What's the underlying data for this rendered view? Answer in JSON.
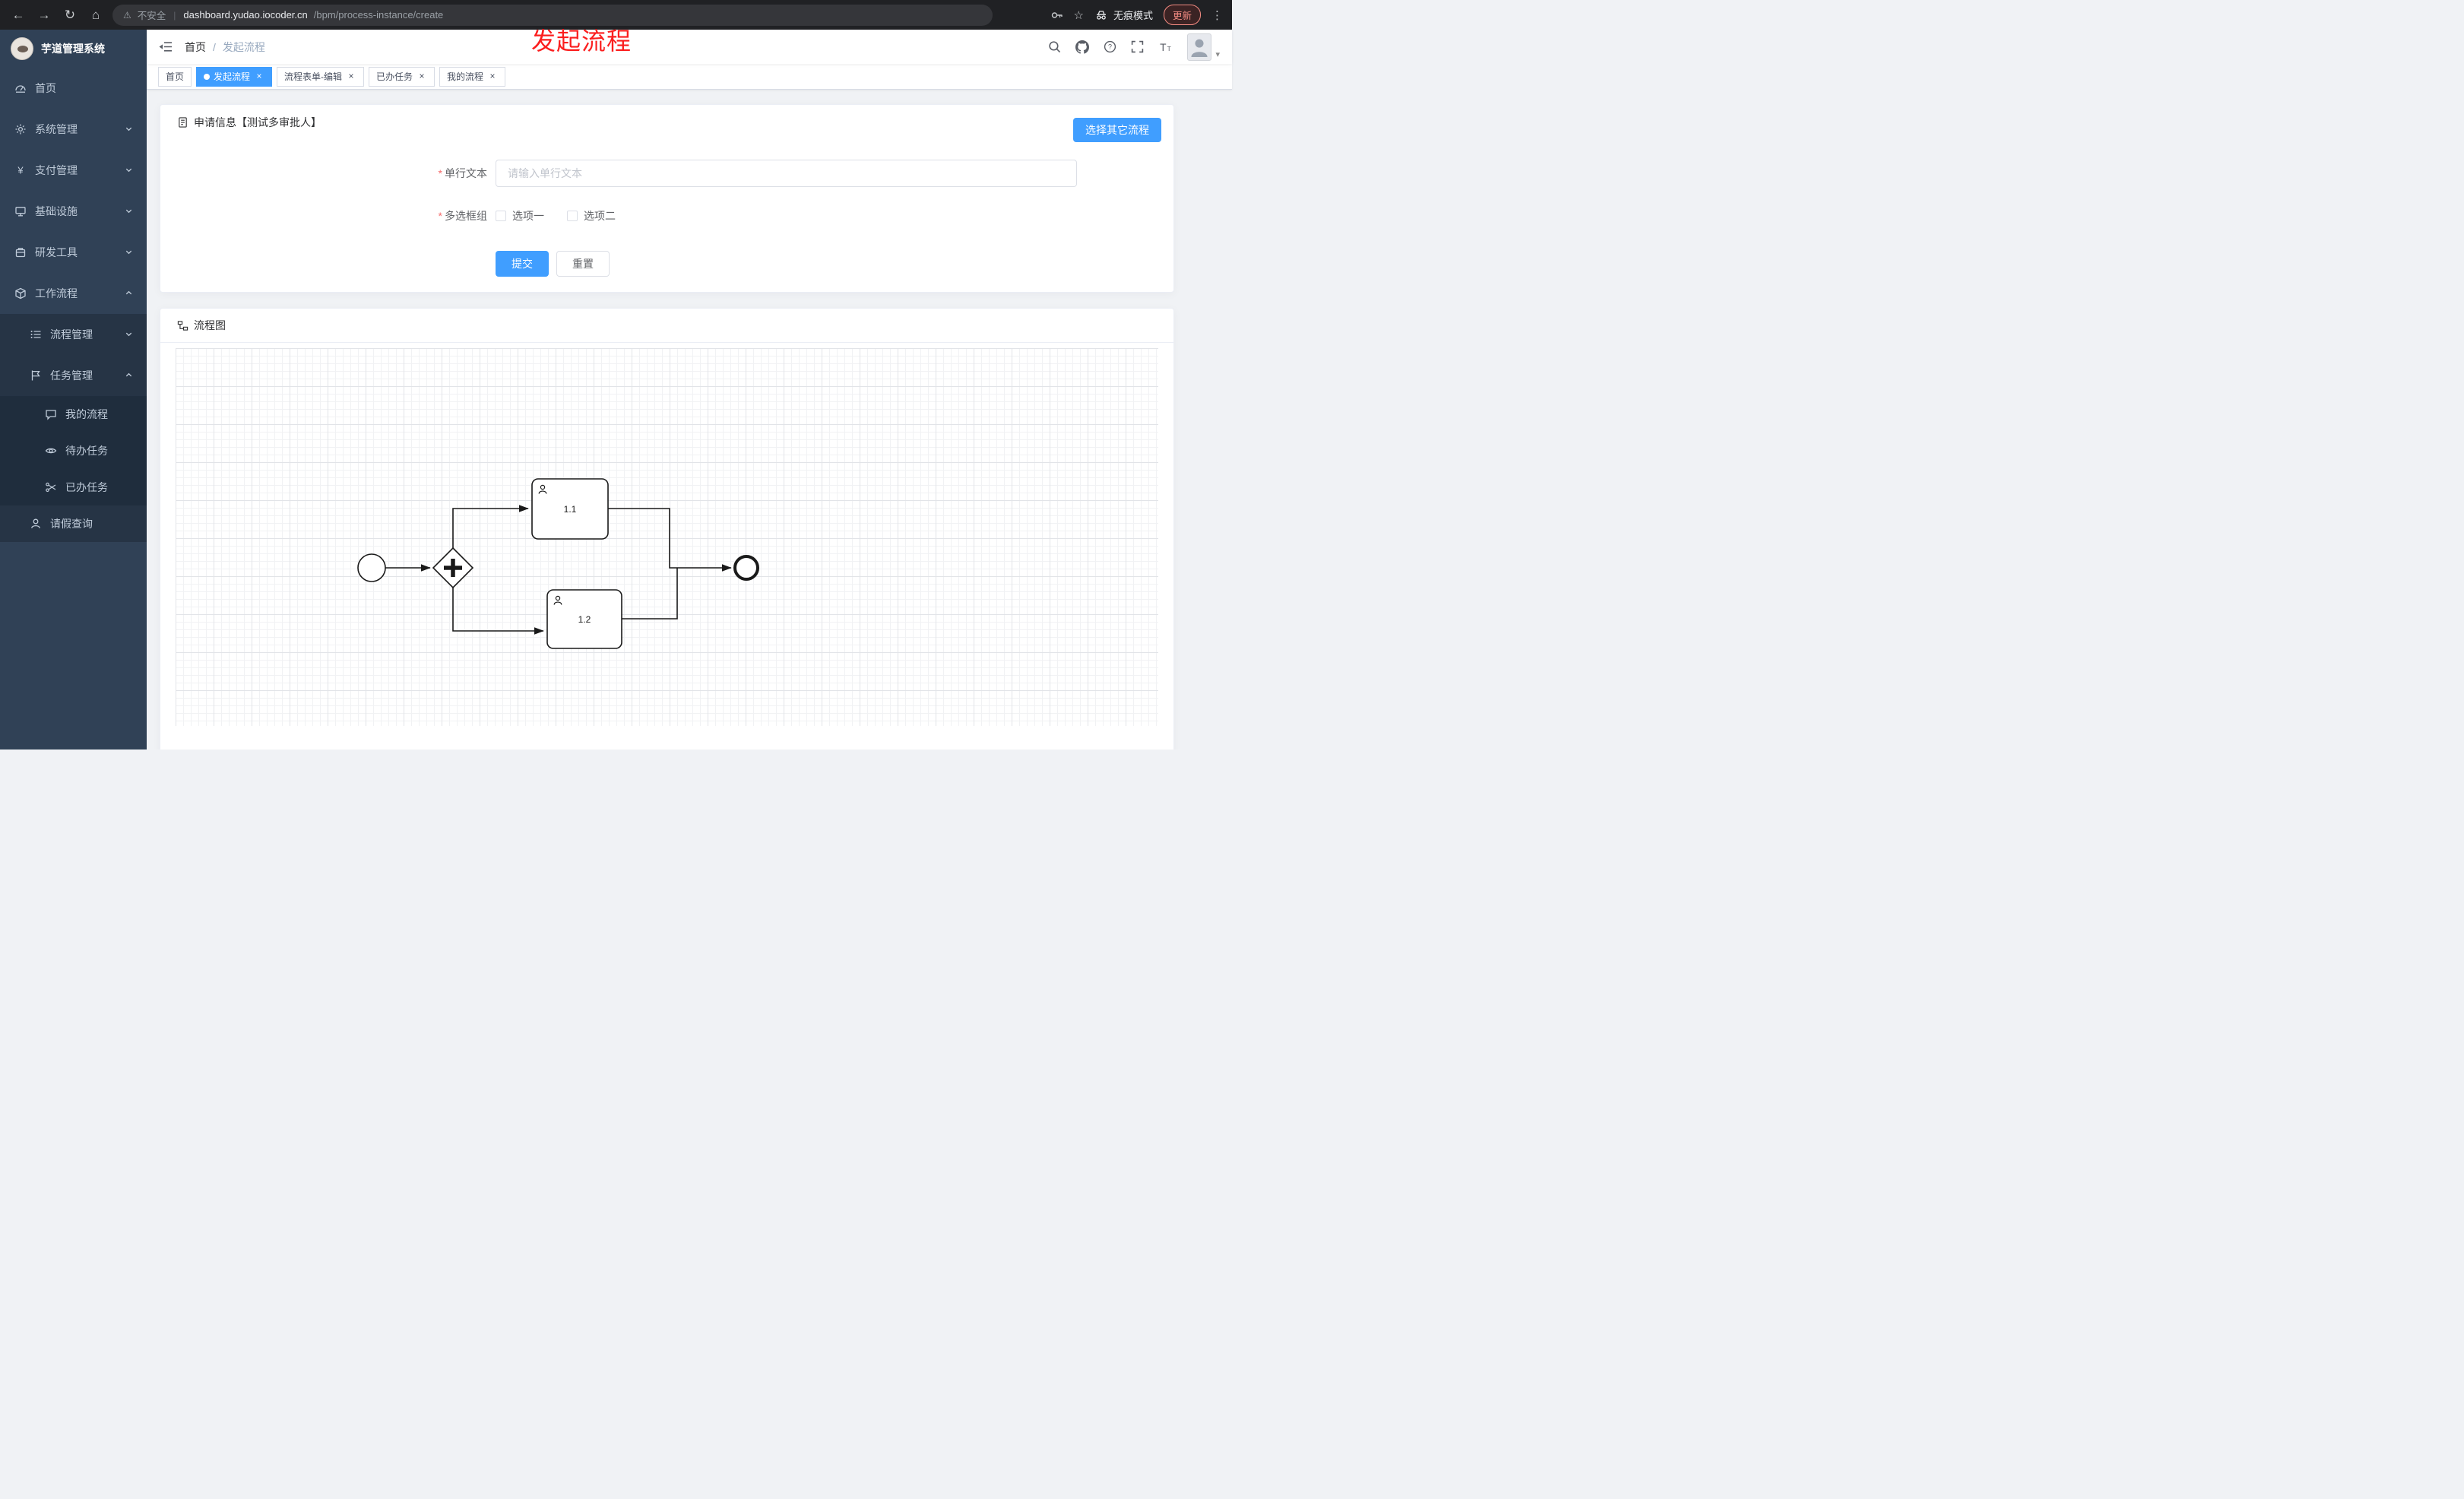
{
  "browser": {
    "security_label": "不安全",
    "url_domain": "dashboard.yudao.iocoder.cn",
    "url_path": "/bpm/process-instance/create",
    "incognito_label": "无痕模式",
    "update_label": "更新"
  },
  "glyphs": {
    "back": "←",
    "forward": "→",
    "reload": "↻",
    "home": "⌂",
    "warning": "⚠",
    "url_divider": "|",
    "star": "☆",
    "menu_dots": "⋮",
    "close": "×",
    "breadcrumb_separator": "/",
    "required": "*",
    "caret": "▾"
  },
  "annotation": {
    "text": "发起流程"
  },
  "sidebar": {
    "logo_title": "芋道管理系统",
    "items": [
      {
        "label": "首页"
      },
      {
        "label": "系统管理"
      },
      {
        "label": "支付管理"
      },
      {
        "label": "基础设施"
      },
      {
        "label": "研发工具"
      },
      {
        "label": "工作流程"
      },
      {
        "label": "流程管理"
      },
      {
        "label": "任务管理"
      },
      {
        "label": "我的流程"
      },
      {
        "label": "待办任务"
      },
      {
        "label": "已办任务"
      },
      {
        "label": "请假查询"
      }
    ]
  },
  "navbar": {
    "breadcrumb_home": "首页",
    "breadcrumb_current": "发起流程"
  },
  "tabs": [
    {
      "label": "首页"
    },
    {
      "label": "发起流程"
    },
    {
      "label": "流程表单-编辑"
    },
    {
      "label": "已办任务"
    },
    {
      "label": "我的流程"
    }
  ],
  "form_card": {
    "title": "申请信息【测试多审批人】",
    "select_other_label": "选择其它流程",
    "text_field_label": "单行文本",
    "text_field_placeholder": "请输入单行文本",
    "checkbox_group_label": "多选框组",
    "option1": "选项一",
    "option2": "选项二",
    "submit_label": "提交",
    "reset_label": "重置"
  },
  "diagram_card": {
    "title": "流程图",
    "task1_label": "1.1",
    "task2_label": "1.2"
  },
  "colors": {
    "accent": "#409eff",
    "sidebar_bg": "#304156",
    "danger": "#f56c6c",
    "annotation_red": "#fb1e1e"
  }
}
